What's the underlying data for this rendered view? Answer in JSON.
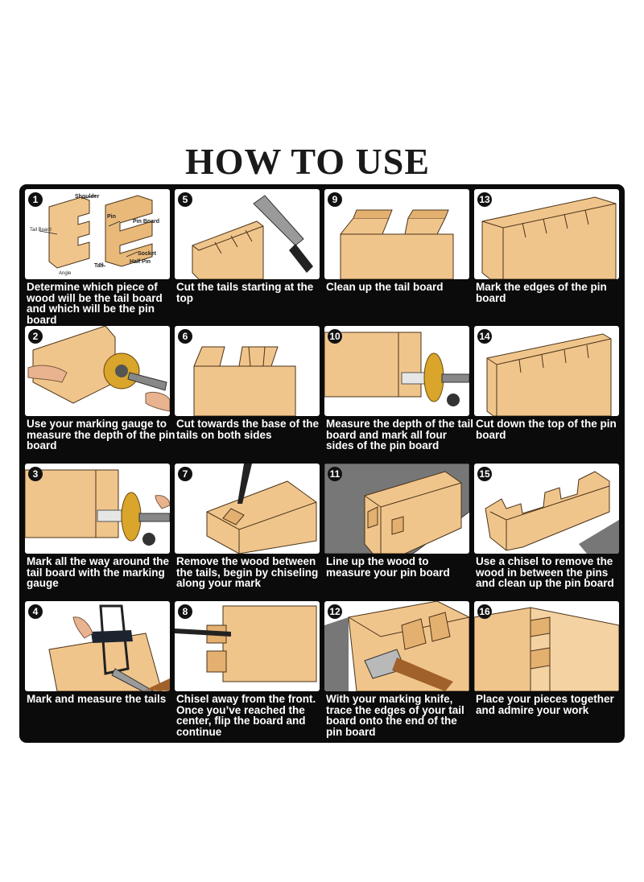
{
  "title": "HOW TO USE",
  "colors": {
    "panel": "#0b0b0b",
    "wood": "#f0c58c",
    "wood_dark": "#d49a55",
    "outline": "#4a3318",
    "tool": "#555555"
  },
  "step1_labels": {
    "shoulder": "Shoulder",
    "pin": "Pin",
    "pin_board": "Pin Board",
    "tail_board": "Tail Board",
    "socket": "Socket",
    "half_pin": "Half Pin",
    "tail": "Tail",
    "angle": "Angle"
  },
  "steps": [
    {
      "num": "1",
      "caption": "Determine which piece of wood will be the tail board and which will be the pin board",
      "icon": "board-diagram"
    },
    {
      "num": "5",
      "caption": "Cut the tails starting at the top",
      "icon": "saw-cut"
    },
    {
      "num": "9",
      "caption": "Clean up the tail board",
      "icon": "tail-board"
    },
    {
      "num": "13",
      "caption": "Mark the edges of the pin board",
      "icon": "pin-board-marked"
    },
    {
      "num": "2",
      "caption": "Use your marking gauge to measure the depth of the pin board",
      "icon": "marking-gauge"
    },
    {
      "num": "6",
      "caption": "Cut towards the base of the tails on both sides",
      "icon": "tail-board"
    },
    {
      "num": "10",
      "caption": "Measure the depth of the tail board and mark all four sides of the pin board",
      "icon": "marking-gauge"
    },
    {
      "num": "14",
      "caption": "Cut down the top of the pin board",
      "icon": "pin-board-cut"
    },
    {
      "num": "3",
      "caption": "Mark all the way around the tail board with the marking gauge",
      "icon": "marking-gauge"
    },
    {
      "num": "7",
      "caption": "Remove the wood between the tails, begin by chiseling along your mark",
      "icon": "chisel"
    },
    {
      "num": "11",
      "caption": "Line up the wood to measure your pin board",
      "icon": "line-up"
    },
    {
      "num": "15",
      "caption": "Use a chisel to remove the wood in between the pins and clean up the pin board",
      "icon": "pins"
    },
    {
      "num": "4",
      "caption": "Mark and measure the tails",
      "icon": "dovetail-marker"
    },
    {
      "num": "8",
      "caption": "Chisel away from the front. Once you’ve reached the center, flip the board and continue",
      "icon": "chisel"
    },
    {
      "num": "12",
      "caption": "With your marking knife, trace the edges of your tail board onto the end of the pin board",
      "icon": "marking-knife"
    },
    {
      "num": "16",
      "caption": "Place your pieces together and admire your work",
      "icon": "assembled-joint"
    }
  ]
}
